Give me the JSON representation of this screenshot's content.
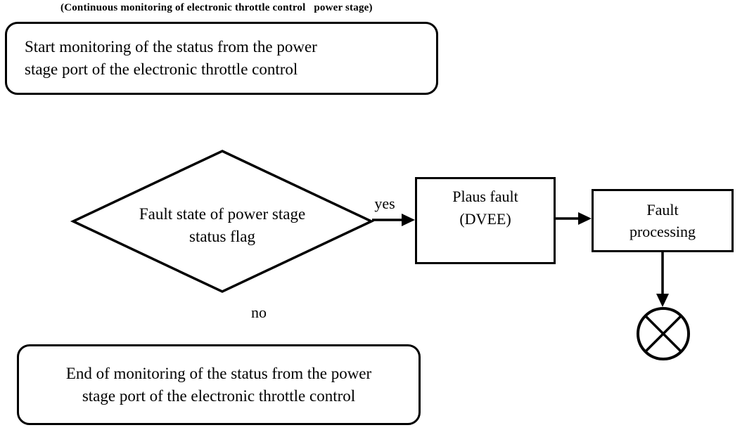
{
  "caption": {
    "text": "(Continuous monitoring of electronic throttle control   power stage)"
  },
  "nodes": {
    "start": {
      "type": "rounded-terminal",
      "lines": [
        "Start monitoring of the status from the power",
        "stage port of the electronic throttle control"
      ]
    },
    "decision": {
      "type": "diamond",
      "lines": [
        "Fault state of power stage",
        "status flag"
      ]
    },
    "plaus_fault": {
      "type": "process",
      "lines": [
        "Plaus fault",
        "(DVEE)"
      ]
    },
    "fault_processing": {
      "type": "process",
      "lines": [
        "Fault",
        "processing"
      ]
    },
    "end": {
      "type": "rounded-terminal",
      "lines": [
        "End of monitoring of the status from the power",
        "stage port of the electronic throttle control"
      ]
    },
    "terminator": {
      "type": "circle-x"
    }
  },
  "labels": {
    "yes": "yes",
    "no": "no"
  },
  "colors": {
    "ink": "#000000",
    "background": "#ffffff"
  }
}
